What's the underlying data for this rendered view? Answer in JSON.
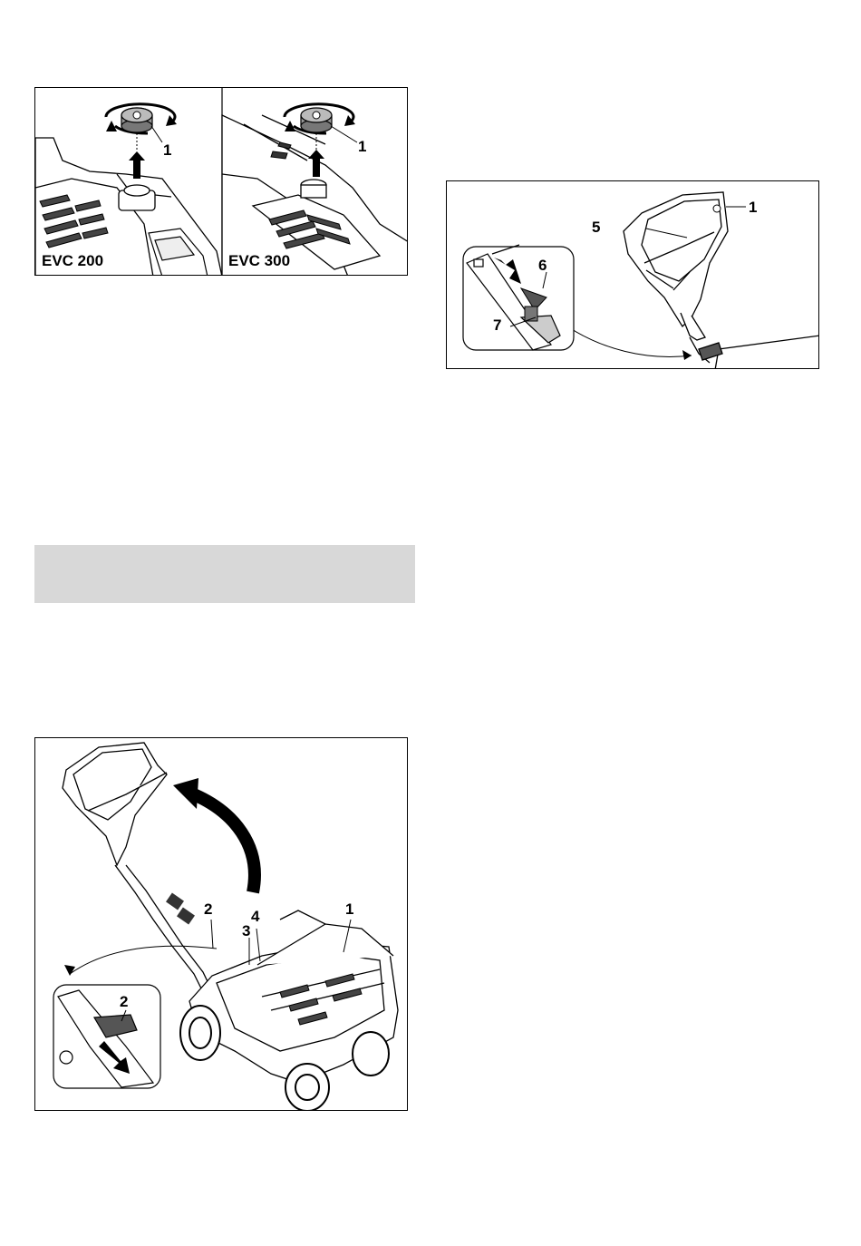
{
  "fig1": {
    "left_model": "EVC 200",
    "right_model": "EVC 300",
    "callout_left": "1",
    "callout_right": "1"
  },
  "fig2": {
    "callouts": {
      "c1": "1",
      "c5": "5",
      "c6": "6",
      "c7": "7"
    }
  },
  "fig3": {
    "callouts": {
      "c1": "1",
      "c2": "2",
      "c3": "3",
      "c4": "4",
      "c2_detail": "2"
    }
  },
  "section_bar": {
    "color": "#d8d8d8"
  }
}
